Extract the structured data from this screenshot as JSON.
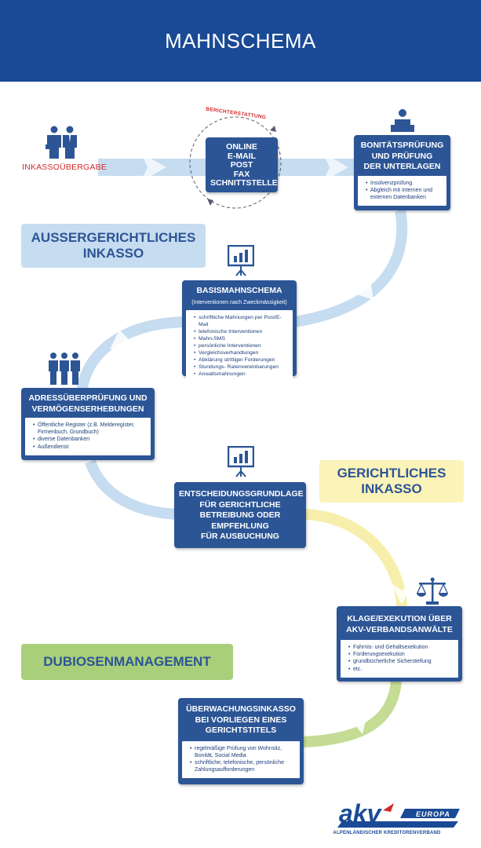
{
  "header": {
    "title": "MAHNSCHEMA"
  },
  "labels": {
    "inkasso_uebergabe": "INKASSOÜBERGABE",
    "berichterstattung": "BERICHTERSTATTUNG"
  },
  "phases": {
    "aussergerichtlich": [
      "AUSSERGERICHTLICHES",
      "INKASSO"
    ],
    "gerichtlich": [
      "GERICHTLICHES",
      "INKASSO"
    ],
    "dubiosen": "DUBIOSENMANAGEMENT"
  },
  "boxes": {
    "channels": {
      "lines": [
        "ONLINE",
        "E-MAIL",
        "POST",
        "FAX",
        "SCHNITTSTELLE"
      ]
    },
    "bonitaet": {
      "title_lines": [
        "BONITÄTSPRÜFUNG",
        "UND PRÜFUNG",
        "DER UNTERLAGEN"
      ],
      "items": [
        "Insolvenzprüfung",
        "Abgleich mit internen und externen Datenbanken"
      ]
    },
    "basis": {
      "title": "BASISMAHNSCHEMA",
      "subtitle": "(Interventionen nach Zweckmässigkeit)",
      "items": [
        "schriftliche Mahnungen per Post/E-Mail",
        "telefonische Interventionen",
        "Mahn-SMS",
        "persönliche Interventionen",
        "Vergleichsverhandlungen",
        "Abklärung strittiger Forderungen",
        "Stundungs- Ratenvereinbarungen",
        "Anwaltsmahnungen"
      ]
    },
    "adresse": {
      "title_lines": [
        "ADRESSÜBERPRÜFUNG UND",
        "VERMÖGENSERHEBUNGEN"
      ],
      "items": [
        "Öffentliche Register (z.B. Melderegister, Firmenbuch, Grundbuch)",
        "diverse Datenbanken",
        "Außendienst"
      ]
    },
    "entscheidung": {
      "title_lines": [
        "ENTSCHEIDUNGSGRUNDLAGE",
        "FÜR GERICHTLICHE",
        "BETREIBUNG ODER",
        "EMPFEHLUNG",
        "FÜR AUSBUCHUNG"
      ]
    },
    "klage": {
      "title_lines": [
        "KLAGE/EXEKUTION ÜBER",
        "AKV-VERBANDSANWÄLTE"
      ],
      "items": [
        "Fahrnis- und Gehaltsexekution",
        "Forderungsexekution",
        "grundbücherliche Sicherstellung",
        "etc."
      ]
    },
    "ueberwachung": {
      "title_lines": [
        "ÜBERWACHUNGSINKASSO",
        "BEI VORLIEGEN EINES",
        "GERICHTSTITELS"
      ],
      "items": [
        "regelmäßige Prüfung von Wohnsitz, Bonität, Social Media",
        "schriftliche, telefonische, persönliche Zahlungsaufforderungen"
      ]
    }
  },
  "logo": {
    "wordmark": "akv",
    "badge": "EUROPA",
    "tagline": "ALPENLÄNDISCHER KREDITORENVERBAND"
  },
  "colors": {
    "header": "#1a4a96",
    "box": "#2c5596",
    "flow_blue": "#c6dcf0",
    "flow_yellow": "#f6eeaa",
    "flow_green": "#c4dc94",
    "red": "#d42a2a",
    "phase_blue_bg": "#c6dcf0",
    "phase_yellow_bg": "#fbf3b8",
    "phase_green_bg": "#a9cf7a"
  }
}
